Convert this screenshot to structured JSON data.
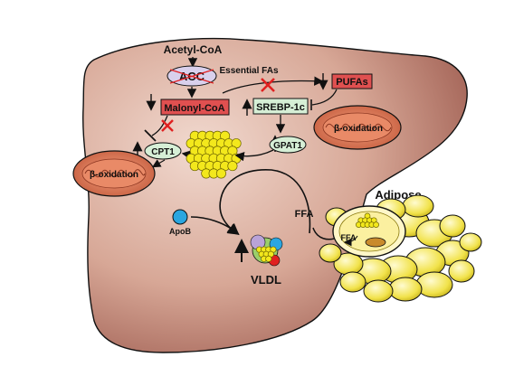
{
  "labels": {
    "acetyl_coa": "Acetyl-CoA",
    "acc": "ACC",
    "malonyl_coa": "Malonyl-CoA",
    "essential_fas": "Essential FAs",
    "pufas": "PUFAs",
    "srebp": "SREBP-1c",
    "beta_oxidation_right": "β-oxidation",
    "beta_oxidation_left": "β-oxidation",
    "cpt1": "CPT1",
    "gpat1": "GPAT1",
    "apob": "ApoB",
    "vldl": "VLDL",
    "ffa_liver": "FFA",
    "adipose": "Adipose",
    "ffa_adipose": "FFA"
  },
  "colors": {
    "liver_light": "#e8c9bd",
    "liver_dark": "#a9665a",
    "red_box": "#e05050",
    "green_box": "#d6efd6",
    "acc_fill": "#d9d0ec",
    "mito_outer": "#c65a3c",
    "mito_inner": "#e98a67",
    "lipid": "#f3e81c",
    "apob": "#2aa6e0",
    "inhibit_x": "#e02020"
  }
}
